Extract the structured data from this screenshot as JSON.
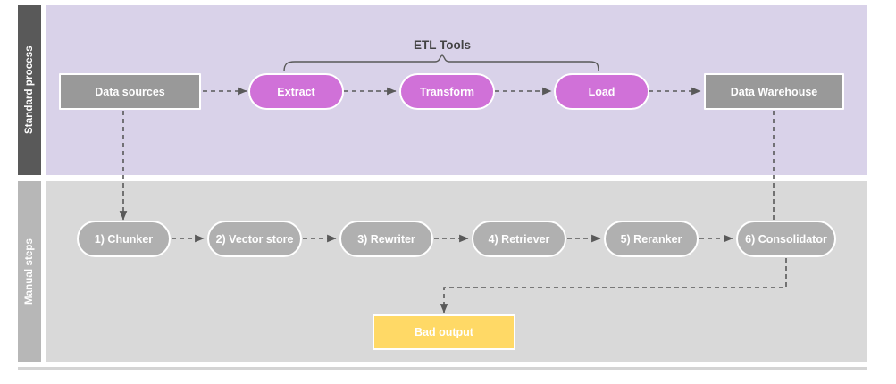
{
  "diagram": {
    "type": "flowchart",
    "title_visible": false,
    "lanes": [
      {
        "id": "standard-process",
        "label": "Standard process",
        "header_color": "#595959",
        "body_color": "#d9d2e9"
      },
      {
        "id": "manual-steps",
        "label": "Manual steps",
        "header_color": "#b7b7b7",
        "body_color": "#d9d9d9"
      }
    ],
    "annotations": [
      {
        "id": "etl-tools",
        "label": "ETL Tools",
        "kind": "brace-label",
        "spans": [
          "extract",
          "transform",
          "load"
        ]
      }
    ],
    "nodes": [
      {
        "id": "data-sources",
        "label": "Data sources",
        "lane": "standard-process",
        "shape": "rect",
        "color": "#999999",
        "text_color": "#ffffff"
      },
      {
        "id": "extract",
        "label": "Extract",
        "lane": "standard-process",
        "shape": "pill",
        "color": "#d071d8",
        "text_color": "#ffffff"
      },
      {
        "id": "transform",
        "label": "Transform",
        "lane": "standard-process",
        "shape": "pill",
        "color": "#d071d8",
        "text_color": "#ffffff"
      },
      {
        "id": "load",
        "label": "Load",
        "lane": "standard-process",
        "shape": "pill",
        "color": "#d071d8",
        "text_color": "#ffffff"
      },
      {
        "id": "data-warehouse",
        "label": "Data Warehouse",
        "lane": "standard-process",
        "shape": "rect",
        "color": "#999999",
        "text_color": "#ffffff"
      },
      {
        "id": "chunker",
        "label": "1) Chunker",
        "lane": "manual-steps",
        "shape": "pill",
        "color": "#b0b0b0",
        "text_color": "#ffffff"
      },
      {
        "id": "vector-store",
        "label": "2) Vector store",
        "lane": "manual-steps",
        "shape": "pill",
        "color": "#b0b0b0",
        "text_color": "#ffffff"
      },
      {
        "id": "rewriter",
        "label": "3) Rewriter",
        "lane": "manual-steps",
        "shape": "pill",
        "color": "#b0b0b0",
        "text_color": "#ffffff"
      },
      {
        "id": "retriever",
        "label": "4) Retriever",
        "lane": "manual-steps",
        "shape": "pill",
        "color": "#b0b0b0",
        "text_color": "#ffffff"
      },
      {
        "id": "reranker",
        "label": "5) Reranker",
        "lane": "manual-steps",
        "shape": "pill",
        "color": "#b0b0b0",
        "text_color": "#ffffff"
      },
      {
        "id": "consolidator",
        "label": "6) Consolidator",
        "lane": "manual-steps",
        "shape": "pill",
        "color": "#b0b0b0",
        "text_color": "#ffffff"
      },
      {
        "id": "bad-output",
        "label": "Bad output",
        "lane": "manual-steps",
        "shape": "rect",
        "color": "#ffd966",
        "text_color": "#ffffff"
      }
    ],
    "edges": [
      {
        "from": "data-sources",
        "to": "extract",
        "style": "dashed",
        "arrow": true
      },
      {
        "from": "extract",
        "to": "transform",
        "style": "dashed",
        "arrow": true
      },
      {
        "from": "transform",
        "to": "load",
        "style": "dashed",
        "arrow": true
      },
      {
        "from": "load",
        "to": "data-warehouse",
        "style": "dashed",
        "arrow": true
      },
      {
        "from": "data-warehouse",
        "to": "consolidator",
        "style": "dashed",
        "arrow": false,
        "routing": "orthogonal"
      },
      {
        "from": "data-sources",
        "to": "chunker",
        "style": "dashed",
        "arrow": true,
        "routing": "orthogonal"
      },
      {
        "from": "chunker",
        "to": "vector-store",
        "style": "dashed",
        "arrow": true
      },
      {
        "from": "vector-store",
        "to": "rewriter",
        "style": "dashed",
        "arrow": true
      },
      {
        "from": "rewriter",
        "to": "retriever",
        "style": "dashed",
        "arrow": true
      },
      {
        "from": "retriever",
        "to": "reranker",
        "style": "dashed",
        "arrow": true
      },
      {
        "from": "reranker",
        "to": "consolidator",
        "style": "dashed",
        "arrow": true
      },
      {
        "from": "consolidator",
        "to": "bad-output",
        "style": "dashed",
        "arrow": true,
        "routing": "orthogonal"
      }
    ],
    "colors": {
      "edge": "#595959",
      "node_border": "#ffffff",
      "annotation_text": "#434343",
      "bottom_rule": "#d4d4d4",
      "background": "#ffffff"
    }
  }
}
